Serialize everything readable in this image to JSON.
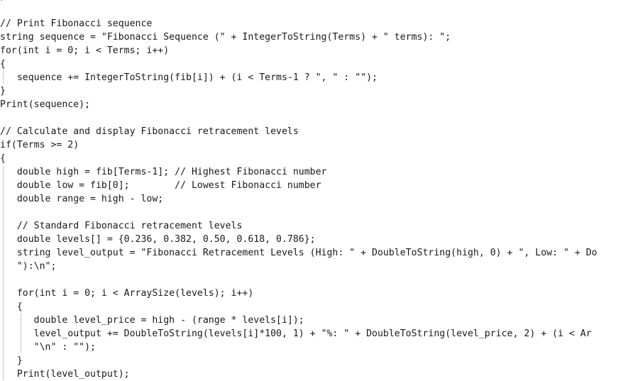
{
  "editor": {
    "lines": [
      "}",
      "",
      "// Print Fibonacci sequence",
      "string sequence = \"Fibonacci Sequence (\" + IntegerToString(Terms) + \" terms): \";",
      "for(int i = 0; i < Terms; i++)",
      "{",
      "   sequence += IntegerToString(fib[i]) + (i < Terms-1 ? \", \" : \"\");",
      "}",
      "Print(sequence);",
      "",
      "// Calculate and display Fibonacci retracement levels",
      "if(Terms >= 2)",
      "{",
      "   double high = fib[Terms-1]; // Highest Fibonacci number",
      "   double low = fib[0];        // Lowest Fibonacci number",
      "   double range = high - low;",
      "",
      "   // Standard Fibonacci retracement levels",
      "   double levels[] = {0.236, 0.382, 0.50, 0.618, 0.786};",
      "   string level_output = \"Fibonacci Retracement Levels (High: \" + DoubleToString(high, 0) + \", Low: \" + Do",
      "   \"):\\n\";",
      "",
      "   for(int i = 0; i < ArraySize(levels); i++)",
      "   {",
      "      double level_price = high - (range * levels[i]);",
      "      level_output += DoubleToString(levels[i]*100, 1) + \"%: \" + DoubleToString(level_price, 2) + (i < Ar",
      "      \"\\n\" : \"\");",
      "   }",
      "   Print(level_output);"
    ]
  }
}
